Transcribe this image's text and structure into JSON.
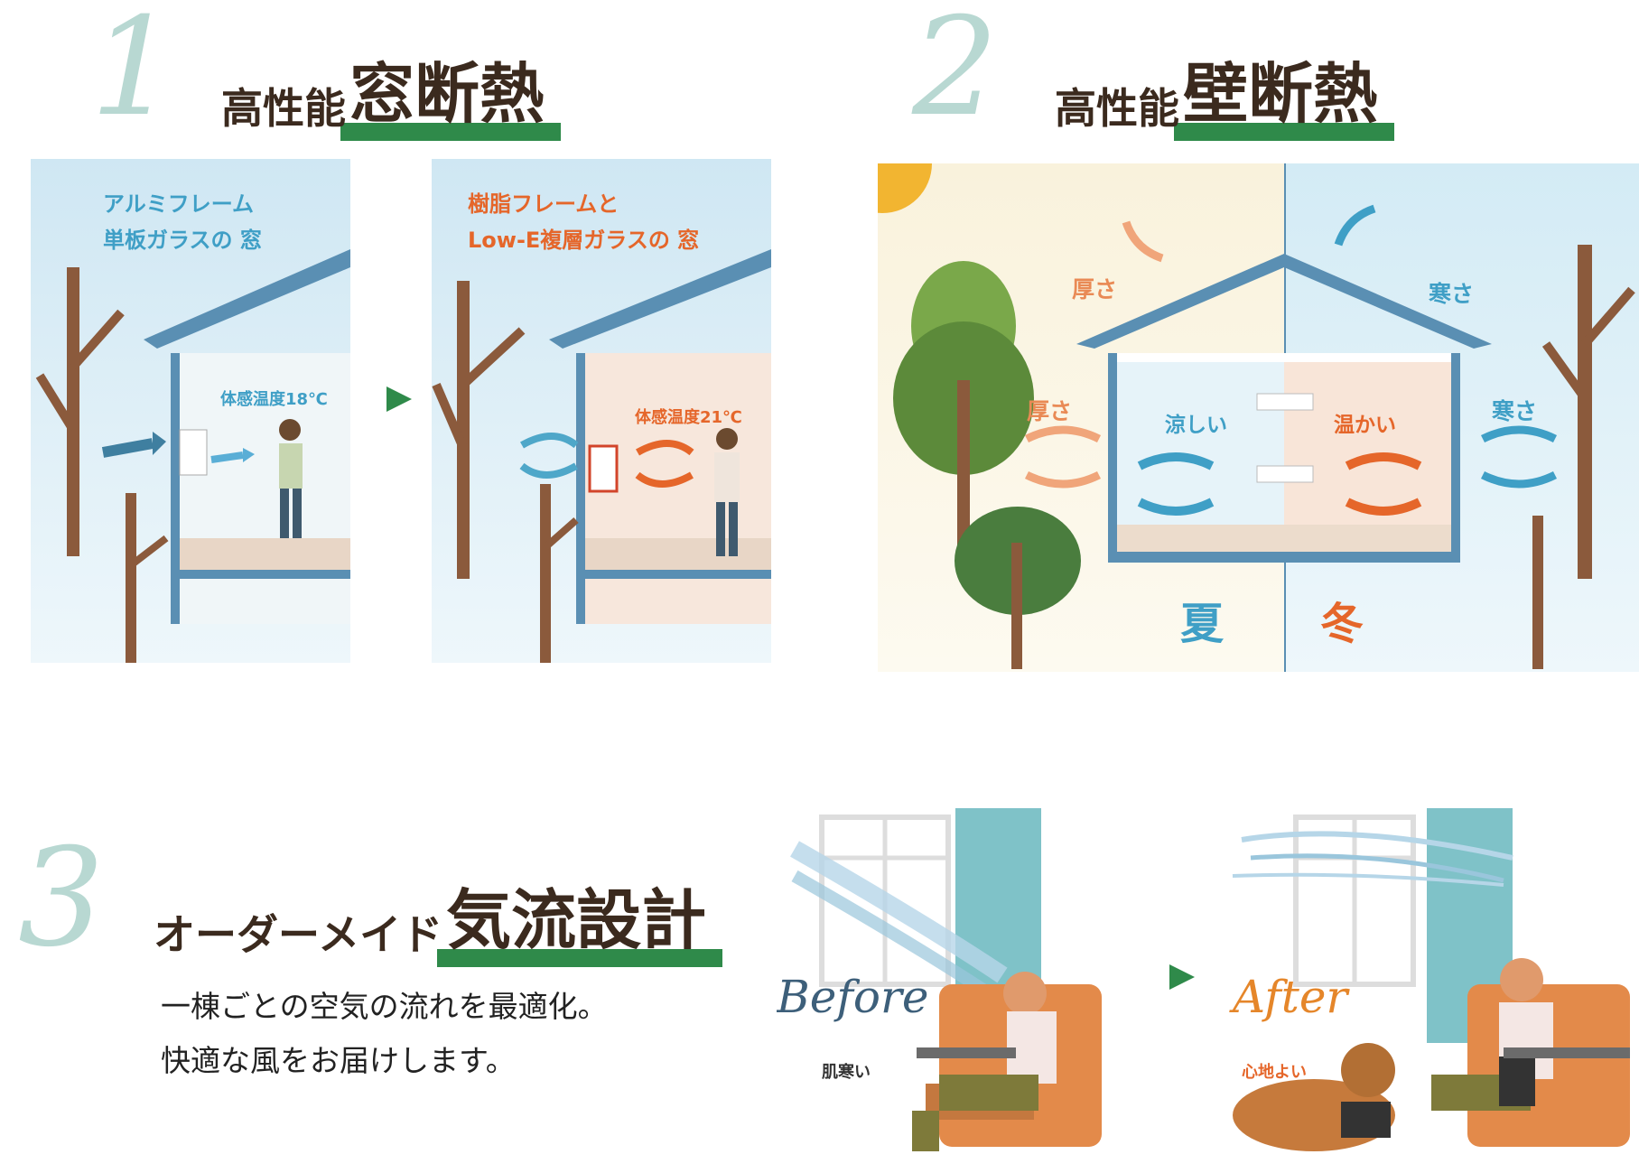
{
  "section1": {
    "number": "1",
    "prefix": "高性能",
    "title": "窓断熱",
    "before_label": "アルミフレーム\n単板ガラスの 窓",
    "before_temp": "体感温度18℃",
    "after_label": "樹脂フレームと\nLow-E複層ガラスの 窓",
    "after_temp": "体感温度21℃"
  },
  "section2": {
    "number": "2",
    "prefix": "高性能",
    "title": "壁断熱",
    "hot_top": "厚さ",
    "hot_side": "厚さ",
    "cold_top": "寒さ",
    "cold_side": "寒さ",
    "cool_room": "涼しい",
    "warm_room": "温かい",
    "summer": "夏",
    "winter": "冬"
  },
  "section3": {
    "number": "3",
    "prefix": "オーダーメイド",
    "title": "気流設計",
    "body_line1": "一棟ごとの空気の流れを最適化。",
    "body_line2": "快適な風をお届けします。",
    "before_script": "Before",
    "before_caption": "肌寒い",
    "after_script": "After",
    "after_caption": "心地よい"
  },
  "colors": {
    "accent_green": "#2f8a4a",
    "heading_brown": "#3b2a1e",
    "blue": "#3f9fc6",
    "orange": "#e5662a"
  }
}
